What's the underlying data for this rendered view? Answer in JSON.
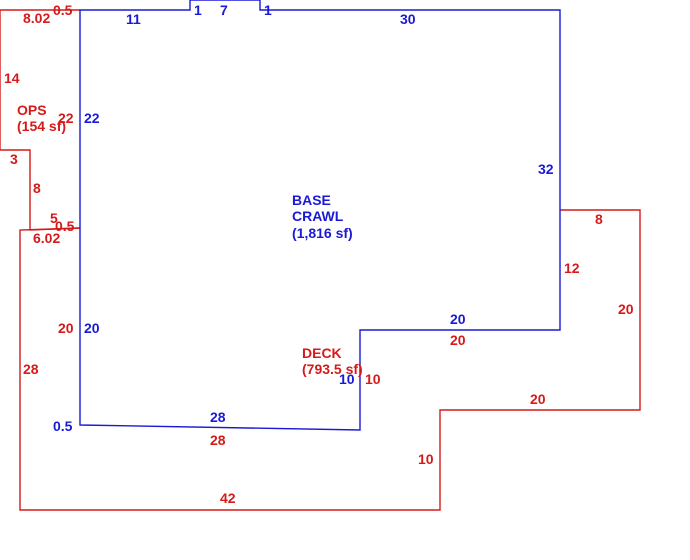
{
  "colors": {
    "base": "#1a1ad6",
    "outer": "#d61a1a",
    "background": "#ffffff"
  },
  "areas": {
    "base": {
      "name_line1": "BASE",
      "name_line2": "CRAWL",
      "size": "(1,816 sf)"
    },
    "ops": {
      "name": "OPS",
      "size": "(154 sf)"
    },
    "deck": {
      "name": "DECK",
      "size": "(793.5 sf)"
    }
  },
  "dims_base": {
    "top_left": "11",
    "notch_left": "1",
    "notch_top": "7",
    "notch_right": "1",
    "top_right": "30",
    "right_upper": "32",
    "step_top": "20",
    "step_right": "10",
    "bottom": "28",
    "left_lower": "20",
    "left_upper": "22",
    "bottom_left_offset": "0.5"
  },
  "dims_ops": {
    "top": "8.02",
    "top_offset": "0.5",
    "left_upper": "14",
    "right": "22",
    "step": "3",
    "left_lower": "8",
    "bottom_jog": "5",
    "bottom_offset": "0.5",
    "bottom": "6.02"
  },
  "dims_deck": {
    "top_right": "8",
    "right_upper": "20",
    "upper_inner": "12",
    "inner_top": "20",
    "inner_step": "10",
    "lower_step": "20",
    "lower_inner": "10",
    "bottom": "42",
    "left": "28",
    "inner_left": "20",
    "inner_bottom": "28"
  }
}
